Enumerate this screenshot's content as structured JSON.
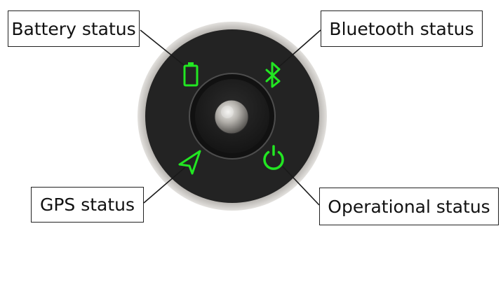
{
  "labels": {
    "battery": "Battery status",
    "bluetooth": "Bluetooth status",
    "gps": "GPS status",
    "operational": "Operational status"
  },
  "icons": {
    "battery": "battery-icon",
    "bluetooth": "bluetooth-icon",
    "gps": "gps-arrow-icon",
    "operational": "power-icon"
  },
  "colors": {
    "indicator": "#22e622",
    "device_face": "#232323",
    "device_rim": "#8a8784",
    "background": "#ffffff"
  }
}
